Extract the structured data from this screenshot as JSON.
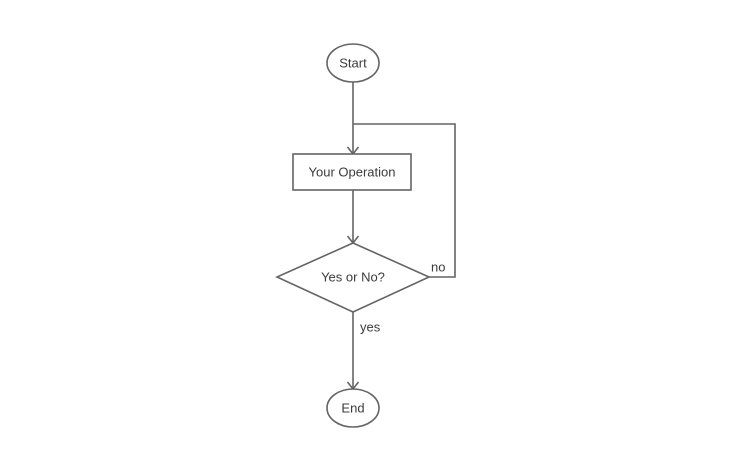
{
  "diagram": {
    "type": "flowchart",
    "background_color": "#ffffff",
    "stroke_color": "#646464",
    "text_color": "#3b3b3b",
    "nodes": [
      {
        "id": "start",
        "shape": "ellipse",
        "label": "Start"
      },
      {
        "id": "operation",
        "shape": "rectangle",
        "label": "Your Operation"
      },
      {
        "id": "decision",
        "shape": "diamond",
        "label": "Yes or No?"
      },
      {
        "id": "end",
        "shape": "ellipse",
        "label": "End"
      }
    ],
    "edges": [
      {
        "id": "start-to-operation",
        "from": "start",
        "to": "operation",
        "label": ""
      },
      {
        "id": "operation-to-decision",
        "from": "operation",
        "to": "decision",
        "label": ""
      },
      {
        "id": "decision-no-loop",
        "from": "decision",
        "to": "operation",
        "label": "no"
      },
      {
        "id": "decision-yes-to-end",
        "from": "decision",
        "to": "end",
        "label": "yes"
      }
    ]
  }
}
